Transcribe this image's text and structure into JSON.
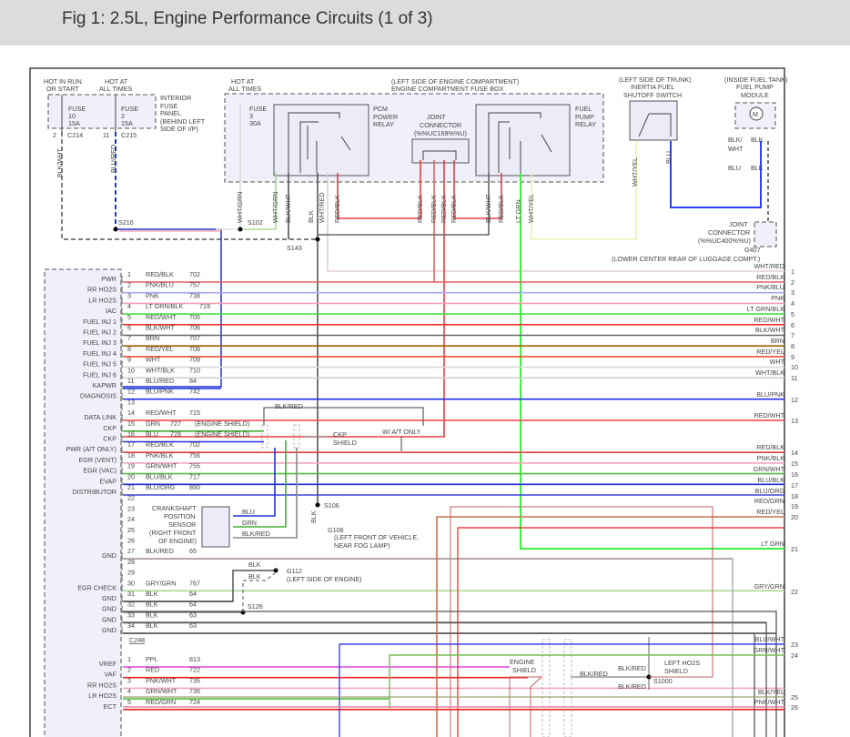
{
  "title": "Fig 1: 2.5L, Engine Performance Circuits (1 of 3)",
  "top": {
    "hot_run": [
      "HOT IN RUN",
      "OR START"
    ],
    "hot_all1": [
      "HOT AT",
      "ALL TIMES"
    ],
    "hot_all2": [
      "HOT AT",
      "ALL TIMES"
    ],
    "fuse10": [
      "FUSE",
      "10",
      "15A"
    ],
    "fuse2": [
      "FUSE",
      "2",
      "15A"
    ],
    "fuse3": [
      "FUSE",
      "3",
      "30A"
    ],
    "interior_panel": [
      "INTERIOR",
      "FUSE",
      "PANEL",
      "(BEHIND LEFT",
      "SIDE OF I/P)"
    ],
    "c214": "C214",
    "c214_pin": "2",
    "c215": "C215",
    "c215_pin": "11",
    "blk_wht": "BLK/WHT",
    "blu_red": "BLU/RED",
    "s216": "S216",
    "s102": "S102",
    "s143": "S143",
    "engine_box": [
      "(LEFT SIDE OF ENGINE COMPARTMENT)",
      "ENGINE COMPARTMENT FUSE BOX"
    ],
    "pcm_relay": [
      "PCM",
      "POWER",
      "RELAY"
    ],
    "joint_conn": [
      "JOINT",
      "CONNECTOR",
      "(%%UC169%%U)"
    ],
    "fuel_relay": [
      "FUEL",
      "PUMP",
      "RELAY"
    ],
    "wire_labels": [
      "WHT/GRN",
      "WHT/GRN",
      "BLK/WHT",
      "BLK",
      "WHT/RED",
      "RED/BLK",
      "RED/BLK",
      "RED/BLK",
      "RED/BLK",
      "RED/BLK",
      "BLK/WHT",
      "RED/BLK",
      "LT GRN",
      "WHT/YEL"
    ],
    "inertia": [
      "(LEFT SIDE OF TRUNK)",
      "INERTIA FUEL",
      "SHUTOFF SWITCH"
    ],
    "inertia_wires": [
      "WHT/YEL",
      "BLU"
    ],
    "fuel_pump": [
      "(INSIDE FUEL TANK)",
      "FUEL PUMP",
      "MODULE"
    ],
    "motor": "M",
    "pump_wires": [
      "BLK/",
      "WHT",
      "BLK",
      "BLU",
      "BLK"
    ],
    "joint2": [
      "JOINT",
      "CONNECTOR",
      "(%%UC400%%U)"
    ],
    "g407": "G407",
    "luggage": "(LOWER CENTER REAR OF LUGGAGE COMPT.)"
  },
  "pins": [
    {
      "n": "1",
      "func": "PWR",
      "wire": "RED/BLK",
      "ckt": "702",
      "color": "#e06060"
    },
    {
      "n": "2",
      "func": "RR HO2S",
      "wire": "PNK/BLU",
      "ckt": "757",
      "color": "#a8a8f0"
    },
    {
      "n": "3",
      "func": "LR HO2S",
      "wire": "PNK",
      "ckt": "738",
      "color": "#f4a0b0"
    },
    {
      "n": "4",
      "func": "IAC",
      "wire": "LT GRN/BLK",
      "ckt": "719",
      "color": "#40e040"
    },
    {
      "n": "5",
      "func": "FUEL INJ 1",
      "wire": "RED/WHT",
      "ckt": "705",
      "color": "#f03030"
    },
    {
      "n": "6",
      "func": "FUEL INJ 2",
      "wire": "BLK/WHT",
      "ckt": "706",
      "color": "#666666"
    },
    {
      "n": "7",
      "func": "FUEL INJ 3",
      "wire": "BRN",
      "ckt": "707",
      "color": "#a06000"
    },
    {
      "n": "8",
      "func": "FUEL INJ 4",
      "wire": "RED/YEL",
      "ckt": "708",
      "color": "#f05030"
    },
    {
      "n": "9",
      "func": "FUEL INJ 5",
      "wire": "WHT",
      "ckt": "709",
      "color": "#d8d8d8"
    },
    {
      "n": "10",
      "func": "FUEL INJ 6",
      "wire": "WHT/BLK",
      "ckt": "710",
      "color": "#d0d0d0"
    },
    {
      "n": "11",
      "func": "KAPWR",
      "wire": "BLU/RED",
      "ckt": "84",
      "color": "#2030e0"
    },
    {
      "n": "12",
      "func": "DIAGNOSIS",
      "wire": "BLU/PNK",
      "ckt": "742",
      "color": "#2030e0"
    },
    {
      "n": "13",
      "func": "",
      "wire": "",
      "ckt": "",
      "color": ""
    },
    {
      "n": "14",
      "func": "DATA LINK",
      "wire": "RED/WHT",
      "ckt": "715",
      "color": "#f05050"
    },
    {
      "n": "15",
      "func": "CKP",
      "wire": "GRN",
      "ckt": "727",
      "note": "(ENGINE SHIELD)",
      "color": "#40b030"
    },
    {
      "n": "16",
      "func": "CKP",
      "wire": "BLU",
      "ckt": "728",
      "note": "(ENGINE SHIELD)",
      "color": "#2030e0"
    },
    {
      "n": "17",
      "func": "PWR (A/T ONLY)",
      "wire": "RED/BLK",
      "ckt": "702",
      "color": "#e04040"
    },
    {
      "n": "18",
      "func": "EGR (VENT)",
      "wire": "PNK/BLK",
      "ckt": "756",
      "color": "#f0a8b8"
    },
    {
      "n": "19",
      "func": "EGR (VAC)",
      "wire": "GRN/WHT",
      "ckt": "755",
      "color": "#50c040"
    },
    {
      "n": "20",
      "func": "EVAP",
      "wire": "BLU/BLK",
      "ckt": "717",
      "color": "#2030e0"
    },
    {
      "n": "21",
      "func": "DISTRIBUTOR",
      "wire": "BLU/ORG",
      "ckt": "850",
      "color": "#4040e0"
    },
    {
      "n": "22",
      "func": "",
      "wire": "",
      "ckt": "",
      "color": ""
    },
    {
      "n": "23",
      "func": "",
      "wire": "",
      "ckt": "",
      "color": ""
    },
    {
      "n": "24",
      "func": "",
      "wire": "",
      "ckt": "",
      "color": ""
    },
    {
      "n": "25",
      "func": "",
      "wire": "",
      "ckt": "",
      "color": ""
    },
    {
      "n": "26",
      "func": "",
      "wire": "",
      "ckt": "",
      "color": ""
    },
    {
      "n": "27",
      "func": "GND",
      "wire": "BLK/RED",
      "ckt": "65",
      "color": "#b06060"
    },
    {
      "n": "28",
      "func": "",
      "wire": "",
      "ckt": "",
      "color": ""
    },
    {
      "n": "29",
      "func": "",
      "wire": "",
      "ckt": "",
      "color": ""
    },
    {
      "n": "30",
      "func": "EGR CHECK",
      "wire": "GRY/GRN",
      "ckt": "767",
      "color": "#a8d898"
    },
    {
      "n": "31",
      "func": "GND",
      "wire": "BLK",
      "ckt": "64",
      "color": "#555555"
    },
    {
      "n": "32",
      "func": "GND",
      "wire": "BLK",
      "ckt": "64",
      "color": "#555555"
    },
    {
      "n": "33",
      "func": "GND",
      "wire": "BLK",
      "ckt": "63",
      "color": "#666666"
    },
    {
      "n": "34",
      "func": "GND",
      "wire": "BLK",
      "ckt": "63",
      "color": "#555555"
    }
  ],
  "c248": "C248",
  "pins2": [
    {
      "n": "1",
      "func": "VREF",
      "wire": "PPL",
      "ckt": "813",
      "color": "#e040e0"
    },
    {
      "n": "2",
      "func": "VAF",
      "wire": "RED",
      "ckt": "722",
      "color": "#f02020"
    },
    {
      "n": "3",
      "func": "RR HO2S",
      "wire": "PNK/WHT",
      "ckt": "735",
      "color": "#f4a8b8"
    },
    {
      "n": "4",
      "func": "LR HO2S",
      "wire": "GRN/WHT",
      "ckt": "736",
      "color": "#50c040"
    },
    {
      "n": "5",
      "func": "ECT",
      "wire": "RED/GRN",
      "ckt": "724",
      "color": "#f02020"
    }
  ],
  "right": [
    {
      "n": "1",
      "label": "WHT/RED",
      "color": "#e0d0d0"
    },
    {
      "n": "2",
      "label": "RED/BLK",
      "color": "#e06060"
    },
    {
      "n": "3",
      "label": "PNK/BLU",
      "color": "#a8a8f0"
    },
    {
      "n": "4",
      "label": "PNK",
      "color": "#f4a0b0"
    },
    {
      "n": "5",
      "label": "LT GRN/BLK",
      "color": "#40e040"
    },
    {
      "n": "6",
      "label": "RED/WHT",
      "color": "#f03030"
    },
    {
      "n": "7",
      "label": "BLK/WHT",
      "color": "#666666"
    },
    {
      "n": "8",
      "label": "BRN",
      "color": "#a06000"
    },
    {
      "n": "9",
      "label": "RED/YEL",
      "color": "#f05030"
    },
    {
      "n": "10",
      "label": "WHT",
      "color": "#d8d8d8"
    },
    {
      "n": "11",
      "label": "WHT/BLK",
      "color": "#d0d0d0"
    },
    {
      "n": "12",
      "label": "BLU/PNK",
      "color": "#2030e0"
    },
    {
      "n": "13",
      "label": "RED/WHT",
      "color": "#f05050"
    },
    {
      "n": "14",
      "label": "RED/BLK",
      "color": "#e04040"
    },
    {
      "n": "15",
      "label": "PNK/BLK",
      "color": "#f0a8b8"
    },
    {
      "n": "16",
      "label": "GRN/WHT",
      "color": "#50c040"
    },
    {
      "n": "17",
      "label": "BLU/BLK",
      "color": "#2030e0"
    },
    {
      "n": "18",
      "label": "BLU/ORG",
      "color": "#4040e0"
    },
    {
      "n": "19",
      "label": "RED/GRN",
      "color": "#d07050"
    },
    {
      "n": "20",
      "label": "RED/YEL",
      "color": "#f03020"
    },
    {
      "n": "21",
      "label": "LT GRN",
      "color": "#40f040"
    },
    {
      "n": "22",
      "label": "GRY/GRN",
      "color": "#a8d898"
    },
    {
      "n": "23",
      "label": "BLU/WHT",
      "color": "#4040f0"
    },
    {
      "n": "24",
      "label": "GRN/WHT",
      "color": "#70c050"
    },
    {
      "n": "25",
      "label": "BLK/YEL",
      "color": "#a0a070"
    },
    {
      "n": "26",
      "label": "PNK/WHT",
      "color": "#f080a0"
    }
  ],
  "middle": {
    "blk_red": "BLK/RED",
    "ckp_shield": [
      "CKP",
      "SHIELD"
    ],
    "at_only": "W/ A/T ONLY",
    "s106": "S106",
    "blk": "BLK",
    "g106": [
      "G106",
      "(LEFT FRONT OF VEHICLE,",
      "NEAR FOG LAMP)"
    ],
    "ckp_sensor": [
      "CRANKSHAFT",
      "POSITION",
      "SENSOR",
      "(RIGHT FRONT",
      "OF ENGINE)"
    ],
    "sensor_wires": [
      "BLU",
      "GRN",
      "BLK/RED"
    ],
    "g112": [
      "G112",
      "(LEFT SIDE OF ENGINE)"
    ],
    "g112_wires": [
      "BLK",
      "BLK"
    ],
    "s126": "S126",
    "engine_shield": [
      "ENGINE",
      "SHIELD"
    ],
    "blk_red2": "BLK/RED",
    "ho2s_shield": [
      "LEFT HO2S",
      "SHIELD"
    ],
    "blk_red3": "BLK/RED",
    "blk_red4": "BLK/RED",
    "s1000": "S1000"
  }
}
